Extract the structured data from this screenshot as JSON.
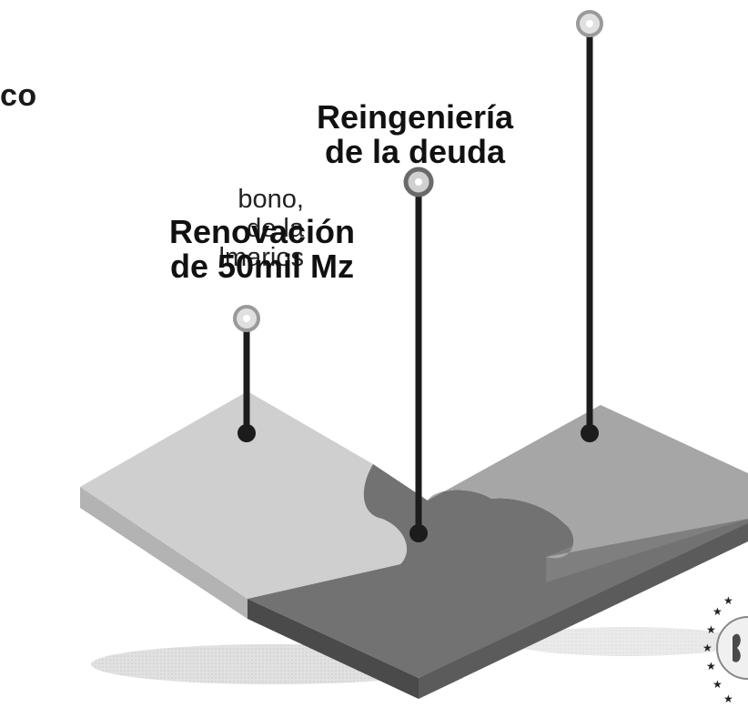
{
  "left_heading_fragment": "co",
  "left_text_lines": [
    "bono,",
    "de la",
    "lmarios"
  ],
  "labels": {
    "reingenieria": [
      "Reingeniería",
      "de la deuda"
    ],
    "renovacion": [
      "Renovación",
      "de 50mil Mz"
    ]
  },
  "colors": {
    "piece_light": "#c8c8c8",
    "piece_dark": "#6f6f6f",
    "piece_mid": "#9d9d9d",
    "pin_stem": "#1c1c1c"
  }
}
